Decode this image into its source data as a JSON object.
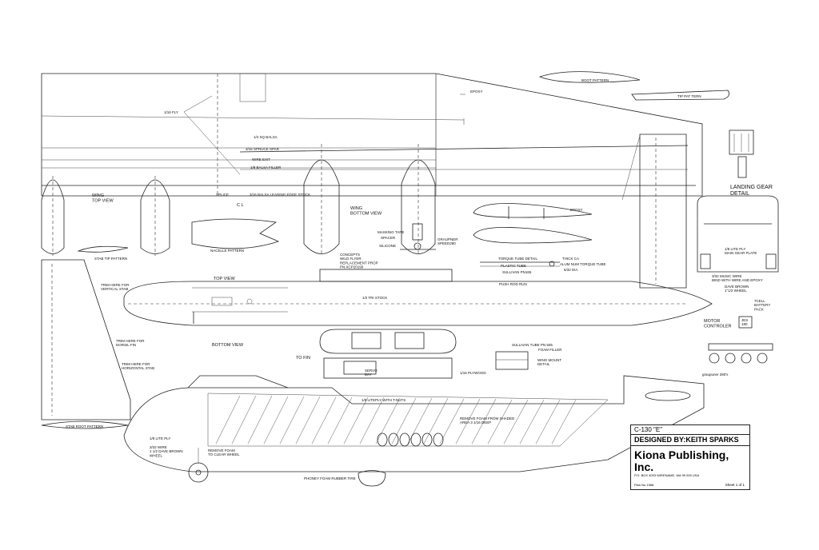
{
  "labels": {
    "boot_pattern": "BOOT PATTERN",
    "tip_pat": "TIP PAT TERN",
    "epoxy": "EPOXY",
    "fly": "1/16 FLY",
    "sq_balsa": "1/4 SQ BALSA",
    "spruce_spar": "3/16 SPRUCE SPAR",
    "wire_exit": "WIRE EXIT",
    "balsa_filler": "1/8 BALSA FILLER",
    "splice": "SPLICE",
    "leading_edge": "3/16 BALSA LEADING EDGE STOCK",
    "cl": "C L",
    "wing_top": "WING\nTOP VIEW",
    "wing_bottom": "WING\nBOTTOM VIEW",
    "masking_tape": "MASKING TAPE",
    "spacer": "SPACER",
    "silicone": "SILICONE",
    "graupner": "GRAUPNER\nSPEED280",
    "concepts": "CONCEPTS\nWILD FLYER\nREPLACEMENT PROP\nPN:XCP20190",
    "epoxy2": "EPOXY",
    "torque_tube": "TORQUE TUBE DETAIL",
    "plastic_tube": "PLASTIC TUBE",
    "sullivan": "SULLIVAN PN165",
    "thick_ca": "THICK CA",
    "alum": "ALUM NUM TORQUE TUBE",
    "dia": "5/32 DIA",
    "push_rod": "PUSH ROD RUN",
    "nacelle": "NACELLE PATTERN",
    "stab_tip": "STAB TIP PATTERN",
    "top_view": "TOP VIEW",
    "tri_stock": "1/2 TRI STOCK",
    "bottom_view": "BOTTOM VIEW",
    "trim_vertical": "TRIM HERE FOR\nVERTICAL STAB",
    "trim_dorsal": "TRIM HERE FOR\nDORSIL FIN",
    "trim_horizontal": "TRIM HERE FOR\nHORIZONTAL STAB",
    "stab_root": "STAB ROOT PATTERN",
    "to_fin": "TO FIN",
    "servo_bay": "SERVO\nBAY",
    "plywood": "1/16 PLYWOOD",
    "sullivan_tube": "SULLIVAN TUBE  PN 505",
    "foam_filler": "FOAM FILLER",
    "wing_mount": "WING MOUNT\nDETAIL",
    "lite_ply_tnuts": "1/8 LITEPLY WITH T-NUTS",
    "remove_foam_shaded": "REMOVE FOAM FROM SHADED\nAREA 3 1/16 DEEP",
    "lite_ply": "1/8 LITE PLY",
    "wire_wheel": "3/32 WIRE\n1 1/2 DAVE BROWN\nWHEEL",
    "remove_foam_wheel": "REMOVE FOAM\nTO CLEAR WHEEL",
    "phoney_tire": "PHONEY FOAM RUBBER TIRE",
    "landing_gear": "LANDING GEAR\nDETAIL",
    "main_gear_plate": "1/8 LITE PLY\nMAIN GEAR PLATE",
    "music_wire": "3/32 MUSIC WIRE\nBIND WITH WIRE AND EPOXY",
    "dave_brown": "DAVE BROWN\n1\"1/2 WHEEL",
    "battery": "7CELL\nBATTERY\nPACK",
    "motor_controller": "MOTOR\nCONTROLER",
    "jes": "JES\n180",
    "graupner_280": "graupuner 280's",
    "c_l": "C L"
  },
  "title_block": {
    "model": "C-130 \"E\"",
    "designer": "DESIGNED BY:KEITH SPARKS",
    "publisher": "Kiona Publishing, Inc.",
    "address": "P.O. BOX 4003 WIRENAME, WA 99 000 USA",
    "plan_no": "Plan No.1968",
    "sheet": "Sheet 1 of 1"
  },
  "colors": {
    "line": "#222222",
    "paper": "#ffffff"
  }
}
